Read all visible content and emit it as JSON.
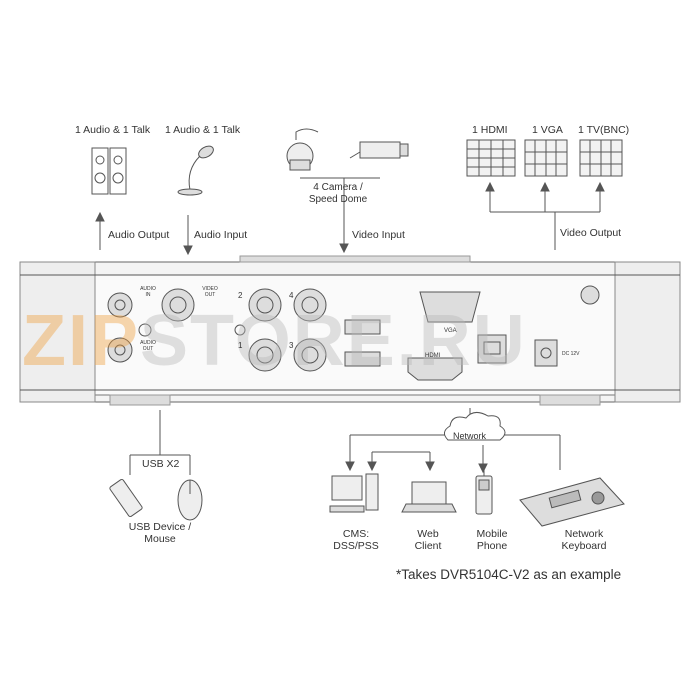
{
  "labels": {
    "audio_talk_1": "1 Audio & 1 Talk",
    "audio_talk_2": "1 Audio & 1 Talk",
    "camera_dome": "4 Camera /\nSpeed Dome",
    "hdmi": "1 HDMI",
    "vga": "1 VGA",
    "tv": "1 TV(BNC)",
    "audio_output": "Audio  Output",
    "audio_input": "Audio Input",
    "video_input": "Video Input",
    "video_output": "Video Output",
    "usb_x2": "USB X2",
    "usb_device": "USB Device /\nMouse",
    "network": "Network",
    "cms": "CMS:\nDSS/PSS",
    "web_client": "Web\nClient",
    "mobile_phone": "Mobile\nPhone",
    "network_keyboard": "Network\nKeyboard",
    "footnote": "*Takes DVR5104C-V2 as an example",
    "port_audio_in": "AUDIO\nIN",
    "port_video_out": "VIDEO\nOUT",
    "port_audio_out": "AUDIO\nOUT",
    "port_vga": "VGA",
    "port_hdmi": "HDMI",
    "port_dc": "DC 12V",
    "port_2": "2",
    "port_4": "4",
    "port_1": "1",
    "port_3": "3"
  },
  "watermark": {
    "part1": "ZIP",
    "part2": "STORE.RU",
    "color1": "#f0a040",
    "color2": "#b8b8b8"
  },
  "icons": [
    "speaker-icon",
    "microphone-icon",
    "speed-dome-camera-icon",
    "bullet-camera-icon",
    "monitor-icon",
    "usb-stick-icon",
    "mouse-icon",
    "network-cloud-icon",
    "desktop-pc-icon",
    "laptop-icon",
    "mobile-phone-icon",
    "network-keyboard-icon"
  ]
}
